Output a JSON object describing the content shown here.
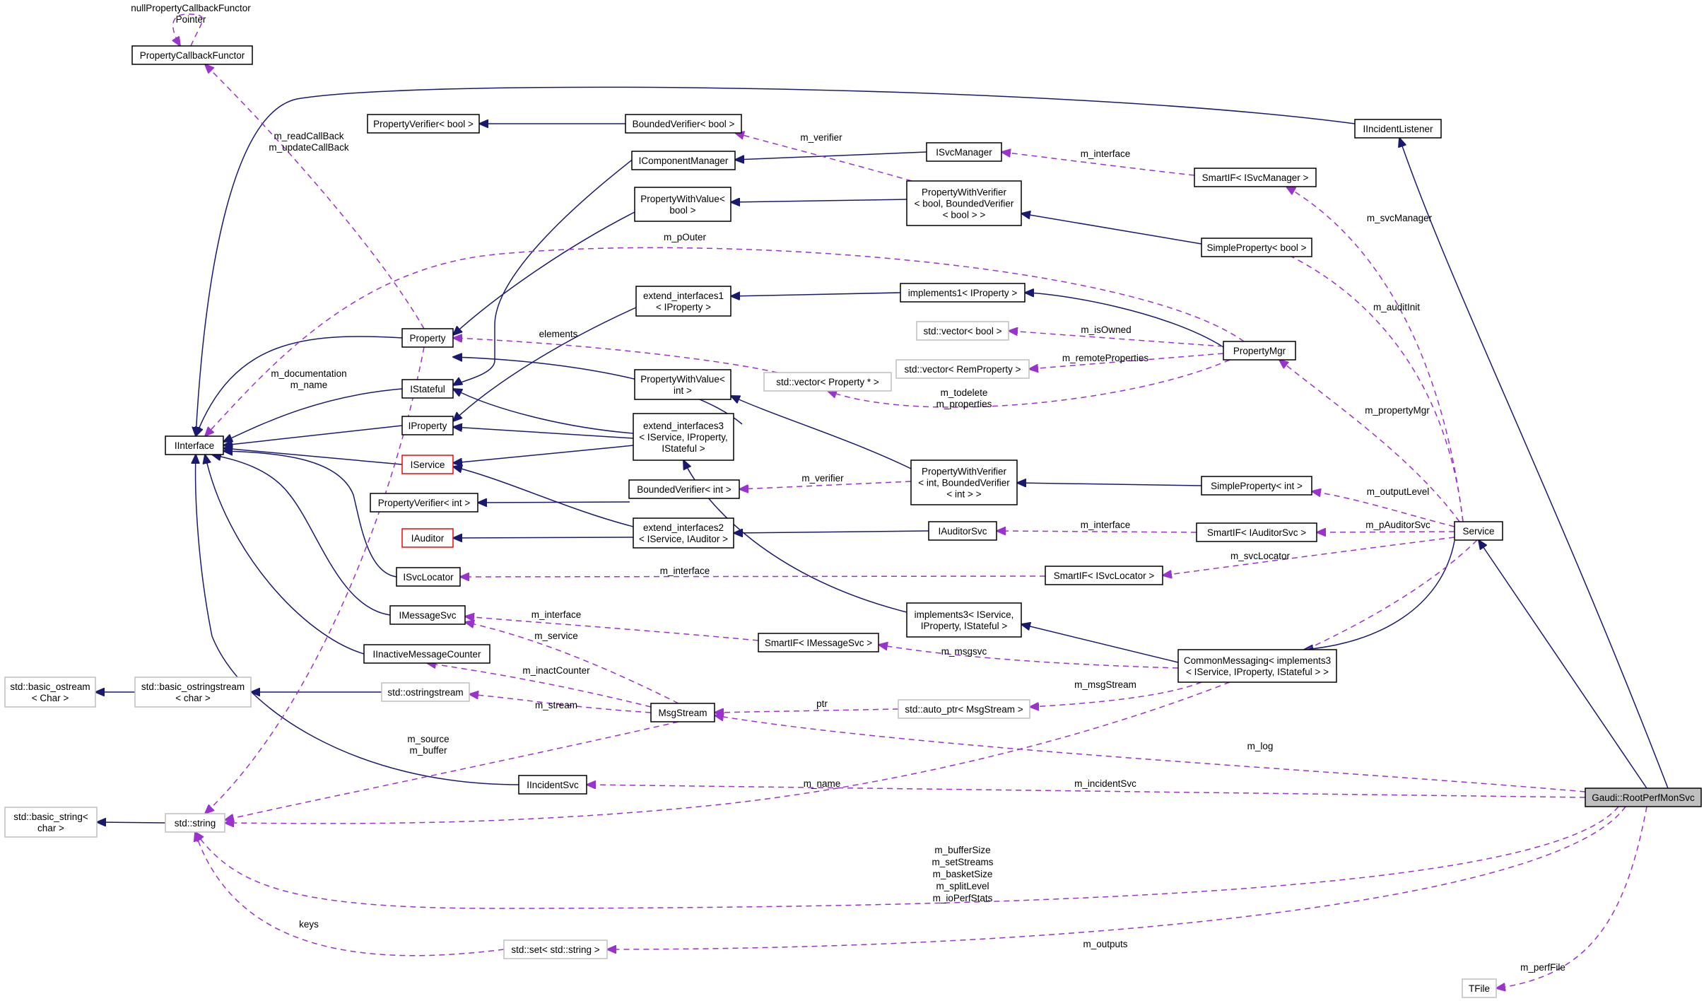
{
  "colors": {
    "inheritance": "#191970",
    "usage": "#9a32cd",
    "box_default": "#000000",
    "box_undocumented": "#bfbfbf",
    "box_incomplete": "#ff0000",
    "highlight_fill": "#bfbfbf"
  },
  "nodes": {
    "PropertyCallbackFunctor": {
      "lines": [
        "PropertyCallbackFunctor"
      ]
    },
    "PropertyVerifierBool": {
      "lines": [
        "PropertyVerifier< bool >"
      ]
    },
    "BoundedVerifierBool": {
      "lines": [
        "BoundedVerifier< bool >"
      ]
    },
    "IIncidentListener": {
      "lines": [
        "IIncidentListener"
      ]
    },
    "ISvcManager": {
      "lines": [
        "ISvcManager"
      ]
    },
    "IComponentManager": {
      "lines": [
        "IComponentManager"
      ]
    },
    "SmartIFISvcManager": {
      "lines": [
        "SmartIF< ISvcManager >"
      ]
    },
    "PropertyWithValueBool": {
      "lines": [
        "PropertyWithValue<",
        "bool >"
      ]
    },
    "PropertyWithVerifierBool": {
      "lines": [
        "PropertyWithVerifier",
        "< bool, BoundedVerifier",
        "< bool > >"
      ]
    },
    "SimplePropertyBool": {
      "lines": [
        "SimpleProperty< bool >"
      ]
    },
    "ExtendInterfaces1": {
      "lines": [
        "extend_interfaces1",
        "< IProperty >"
      ]
    },
    "Implements1": {
      "lines": [
        "implements1< IProperty >"
      ]
    },
    "StdVectorBool": {
      "lines": [
        "std::vector< bool >"
      ]
    },
    "Property": {
      "lines": [
        "Property"
      ]
    },
    "PropertyMgr": {
      "lines": [
        "PropertyMgr"
      ]
    },
    "StdVectorRemProperty": {
      "lines": [
        "std::vector< RemProperty >"
      ]
    },
    "PropertyWithValueInt": {
      "lines": [
        "PropertyWithValue<",
        "int >"
      ]
    },
    "StdVectorPropertyPtr": {
      "lines": [
        "std::vector< Property * >"
      ]
    },
    "IStateful": {
      "lines": [
        "IStateful"
      ]
    },
    "IProperty": {
      "lines": [
        "IProperty"
      ]
    },
    "IInterface": {
      "lines": [
        "IInterface"
      ]
    },
    "ExtendInterfaces3": {
      "lines": [
        "extend_interfaces3",
        "< IService, IProperty,",
        "IStateful >"
      ]
    },
    "IService": {
      "lines": [
        "IService"
      ]
    },
    "BoundedVerifierInt": {
      "lines": [
        "BoundedVerifier< int >"
      ]
    },
    "PropertyWithVerifierInt": {
      "lines": [
        "PropertyWithVerifier",
        "< int, BoundedVerifier",
        "< int > >"
      ]
    },
    "SimplePropertyInt": {
      "lines": [
        "SimpleProperty< int >"
      ]
    },
    "PropertyVerifierInt": {
      "lines": [
        "PropertyVerifier< int >"
      ]
    },
    "IAuditor": {
      "lines": [
        "IAuditor"
      ]
    },
    "ExtendInterfaces2": {
      "lines": [
        "extend_interfaces2",
        "< IService, IAuditor >"
      ]
    },
    "IAuditorSvc": {
      "lines": [
        "IAuditorSvc"
      ]
    },
    "SmartIFIAuditorSvc": {
      "lines": [
        "SmartIF< IAuditorSvc >"
      ]
    },
    "Service": {
      "lines": [
        "Service"
      ]
    },
    "ISvcLocator": {
      "lines": [
        "ISvcLocator"
      ]
    },
    "SmartIFISvcLocator": {
      "lines": [
        "SmartIF< ISvcLocator >"
      ]
    },
    "IMessageSvc": {
      "lines": [
        "IMessageSvc"
      ]
    },
    "Implements3": {
      "lines": [
        "implements3< IService,",
        "IProperty, IStateful >"
      ]
    },
    "SmartIFIMessageSvc": {
      "lines": [
        "SmartIF< IMessageSvc >"
      ]
    },
    "IInactiveMessageCounter": {
      "lines": [
        "IInactiveMessageCounter"
      ]
    },
    "CommonMessaging": {
      "lines": [
        "CommonMessaging< implements3",
        "< IService, IProperty, IStateful > >"
      ]
    },
    "StdBasicOstream": {
      "lines": [
        "std::basic_ostream",
        "< Char >"
      ]
    },
    "StdBasicOstringstream": {
      "lines": [
        "std::basic_ostringstream",
        "< char >"
      ]
    },
    "StdOstringstream": {
      "lines": [
        "std::ostringstream"
      ]
    },
    "StdAutoPtrMsgStream": {
      "lines": [
        "std::auto_ptr< MsgStream >"
      ]
    },
    "MsgStream": {
      "lines": [
        "MsgStream"
      ]
    },
    "IIncidentSvc": {
      "lines": [
        "IIncidentSvc"
      ]
    },
    "RootPerfMonSvc": {
      "lines": [
        "Gaudi::RootPerfMonSvc"
      ]
    },
    "StdBasicString": {
      "lines": [
        "std::basic_string<",
        "char >"
      ]
    },
    "StdString": {
      "lines": [
        "std::string"
      ]
    },
    "StdSetString": {
      "lines": [
        "std::set< std::string >"
      ]
    },
    "TFile": {
      "lines": [
        "TFile"
      ]
    }
  },
  "edge_labels": {
    "null_property_callback": [
      "nullPropertyCallbackFunctor",
      "Pointer"
    ],
    "read_update_callback": [
      "m_readCallBack",
      "m_updateCallBack"
    ],
    "m_verifier_bool": [
      "m_verifier"
    ],
    "m_interface_svcmanager": [
      "m_interface"
    ],
    "m_svcManager": [
      "m_svcManager"
    ],
    "m_pOuter": [
      "m_pOuter"
    ],
    "elements": [
      "elements"
    ],
    "m_isOwned": [
      "m_isOwned"
    ],
    "m_remoteProperties": [
      "m_remoteProperties"
    ],
    "m_todelete_properties": [
      "m_todelete",
      "m_properties"
    ],
    "m_auditInit": [
      "m_auditInit"
    ],
    "documentation_name": [
      "m_documentation",
      "m_name"
    ],
    "m_propertyMgr": [
      "m_propertyMgr"
    ],
    "m_verifier_int": [
      "m_verifier"
    ],
    "m_outputLevel": [
      "m_outputLevel"
    ],
    "m_interface_auditorsvc": [
      "m_interface"
    ],
    "m_pAuditorSvc": [
      "m_pAuditorSvc"
    ],
    "m_svcLocator": [
      "m_svcLocator"
    ],
    "m_interface_svclocator": [
      "m_interface"
    ],
    "m_interface_msgsvc": [
      "m_interface"
    ],
    "m_msgsvc": [
      "m_msgsvc"
    ],
    "m_service": [
      "m_service"
    ],
    "m_inactCounter": [
      "m_inactCounter"
    ],
    "m_msgStream": [
      "m_msgStream"
    ],
    "ptr": [
      "ptr"
    ],
    "m_stream": [
      "m_stream"
    ],
    "source_buffer": [
      "m_source",
      "m_buffer"
    ],
    "m_log": [
      "m_log"
    ],
    "m_name": [
      "m_name"
    ],
    "m_incidentSvc": [
      "m_incidentSvc"
    ],
    "rootperf_strings": [
      "m_bufferSize",
      "m_setStreams",
      "m_basketSize",
      "m_splitLevel",
      "m_ioPerfStats"
    ],
    "keys": [
      "keys"
    ],
    "m_outputs": [
      "m_outputs"
    ],
    "m_perfFile": [
      "m_perfFile"
    ]
  }
}
